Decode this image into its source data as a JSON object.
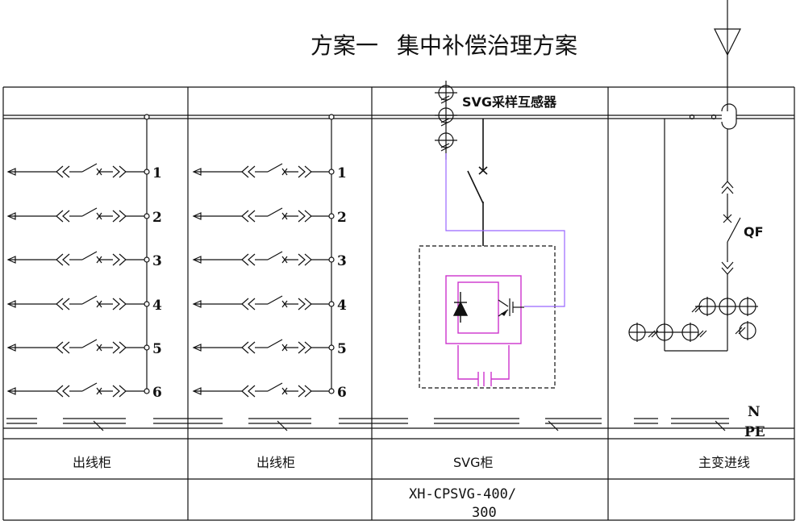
{
  "title": {
    "scheme": "方案一",
    "name": "集中补偿治理方案"
  },
  "sampling_label": "SVG采样互感器",
  "breaker_label": "QF",
  "bus_labels": {
    "n": "N",
    "pe": "PE"
  },
  "feeder_numbers": [
    "1",
    "2",
    "3",
    "4",
    "5",
    "6"
  ],
  "cabinets": [
    {
      "name": "出线柜",
      "model": ""
    },
    {
      "name": "出线柜",
      "model": ""
    },
    {
      "name": "SVG柜",
      "model_line1": "XH-CPSVG-400/",
      "model_line2": "300"
    },
    {
      "name": "主变进线",
      "model": ""
    }
  ],
  "colors": {
    "line": "#111111",
    "signal": "#9966ff",
    "svg_module": "#cc33cc"
  }
}
